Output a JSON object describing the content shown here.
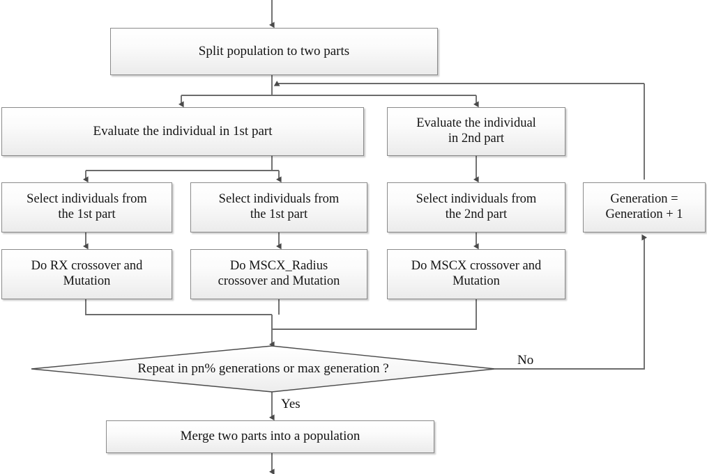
{
  "diagram": {
    "type": "flowchart",
    "title": "Genetic algorithm two-part population flowchart",
    "colors": {
      "box_border": "#8a8a8a",
      "box_fill_top": "#ffffff",
      "box_fill_bottom": "#ebebeb",
      "line": "#595959",
      "text": "#141414",
      "background": "#ffffff"
    },
    "nodes": {
      "split": {
        "label": "Split population to two parts",
        "shape": "process"
      },
      "eval1": {
        "label": "Evaluate the individual in 1st part",
        "shape": "process"
      },
      "eval2": {
        "label": "Evaluate the individual\nin 2nd part",
        "shape": "process"
      },
      "select_a": {
        "label": "Select individuals from\nthe 1st part",
        "shape": "process"
      },
      "select_b": {
        "label": "Select individuals from\nthe 1st part",
        "shape": "process"
      },
      "select_c": {
        "label": "Select individuals from\nthe 2nd part",
        "shape": "process"
      },
      "generation": {
        "label": "Generation =\nGeneration + 1",
        "shape": "process"
      },
      "cross_a": {
        "label": "Do RX crossover and\nMutation",
        "shape": "process"
      },
      "cross_b": {
        "label": "Do MSCX_Radius\ncrossover and Mutation",
        "shape": "process"
      },
      "cross_c": {
        "label": "Do MSCX crossover and\nMutation",
        "shape": "process"
      },
      "decision": {
        "label": "Repeat in pn% generations or max generation ?",
        "shape": "decision"
      },
      "merge": {
        "label": "Merge two parts into a population",
        "shape": "process"
      }
    },
    "edge_labels": {
      "no": "No",
      "yes": "Yes"
    }
  }
}
